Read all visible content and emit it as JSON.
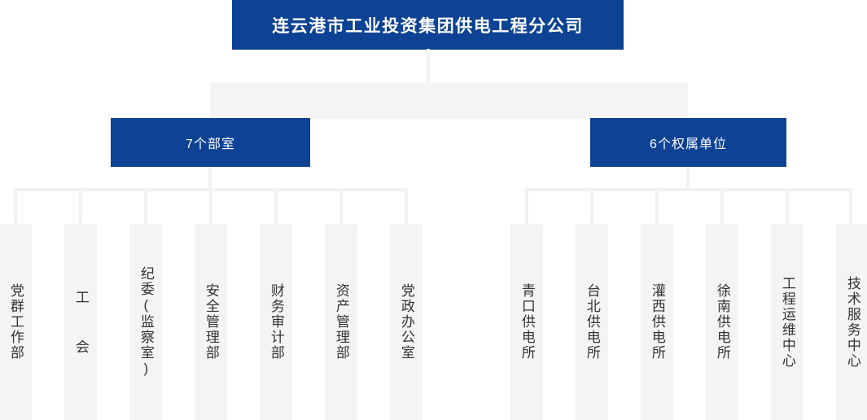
{
  "chart_title": "连云港市工业投资集团供电工程分公司",
  "colors": {
    "node_blue": "#0d4294",
    "node_blue_text": "#ffffff",
    "leaf_fill": "#f4f4f4",
    "leaf_text": "#333333",
    "connector": "#f2f2f2",
    "page_background": "#ffffff"
  },
  "root": {
    "label": "连云港市工业投资集团供电工程分公司"
  },
  "branches": [
    {
      "label": "7个部室",
      "count": 7,
      "children": [
        {
          "label": "党群工作部"
        },
        {
          "label": "工  会"
        },
        {
          "label": "纪委(监察室)"
        },
        {
          "label": "安全管理部"
        },
        {
          "label": "财务审计部"
        },
        {
          "label": "资产管理部"
        },
        {
          "label": "党政办公室"
        }
      ]
    },
    {
      "label": "6个权属单位",
      "count": 6,
      "children": [
        {
          "label": "青口供电所"
        },
        {
          "label": "台北供电所"
        },
        {
          "label": "灌西供电所"
        },
        {
          "label": "徐南供电所"
        },
        {
          "label": "工程运维中心"
        },
        {
          "label": "技术服务中心"
        }
      ]
    }
  ]
}
